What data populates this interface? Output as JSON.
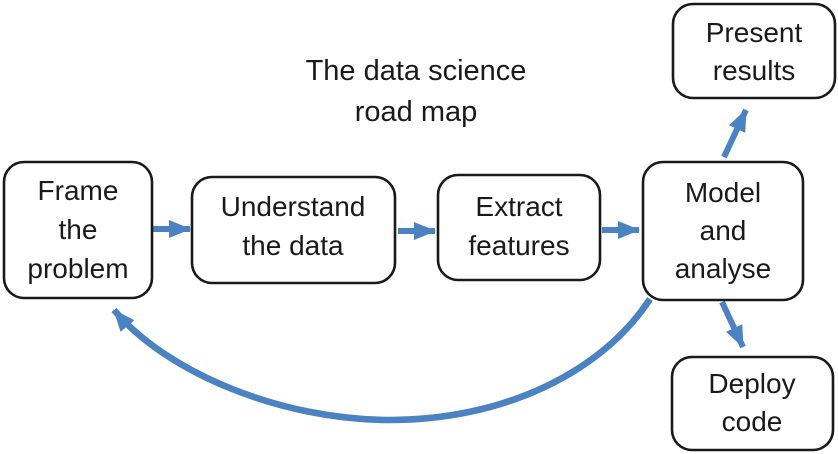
{
  "title": {
    "line1": "The data science",
    "line2": "road map"
  },
  "colors": {
    "arrow": "#4a82c2",
    "box_border": "#1a1a1a",
    "box_fill": "#ffffff",
    "text": "#1a1a1a",
    "background": "#ffffff"
  },
  "diagram": {
    "type": "flowchart",
    "nodes": [
      {
        "id": "frame-the-problem",
        "lines": [
          "Frame",
          "the",
          "problem"
        ]
      },
      {
        "id": "understand-the-data",
        "lines": [
          "Understand",
          "the data"
        ]
      },
      {
        "id": "extract-features",
        "lines": [
          "Extract",
          "features"
        ]
      },
      {
        "id": "model-and-analyse",
        "lines": [
          "Model",
          "and",
          "analyse"
        ]
      },
      {
        "id": "present-results",
        "lines": [
          "Present",
          "results"
        ]
      },
      {
        "id": "deploy-code",
        "lines": [
          "Deploy",
          "code"
        ]
      }
    ],
    "edges": [
      {
        "from": "frame-the-problem",
        "to": "understand-the-data",
        "style": "straight"
      },
      {
        "from": "understand-the-data",
        "to": "extract-features",
        "style": "straight"
      },
      {
        "from": "extract-features",
        "to": "model-and-analyse",
        "style": "straight"
      },
      {
        "from": "model-and-analyse",
        "to": "present-results",
        "style": "straight"
      },
      {
        "from": "model-and-analyse",
        "to": "deploy-code",
        "style": "straight"
      },
      {
        "from": "model-and-analyse",
        "to": "frame-the-problem",
        "style": "curved-feedback"
      }
    ]
  }
}
